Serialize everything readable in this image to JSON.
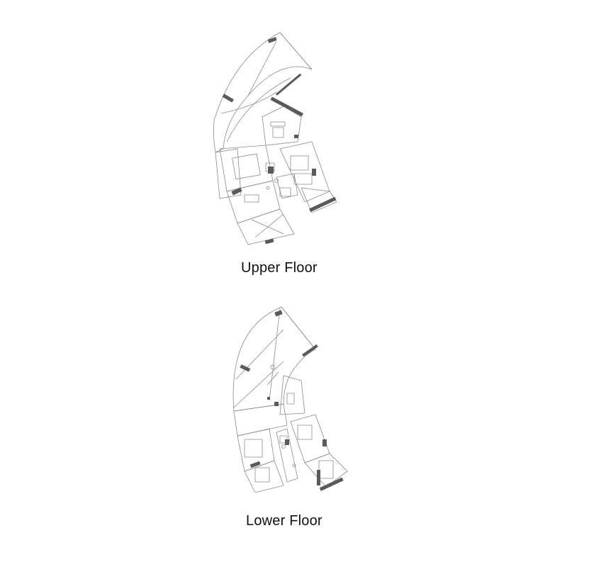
{
  "floors": [
    {
      "label": "Upper Floor",
      "plan_icon": "floor-plan-drawing"
    },
    {
      "label": "Lower Floor",
      "plan_icon": "floor-plan-drawing"
    }
  ],
  "colors": {
    "background": "#ffffff",
    "line": "#8a8a8a",
    "wall_fill": "#5a5a5a",
    "caption_text": "#111111"
  }
}
